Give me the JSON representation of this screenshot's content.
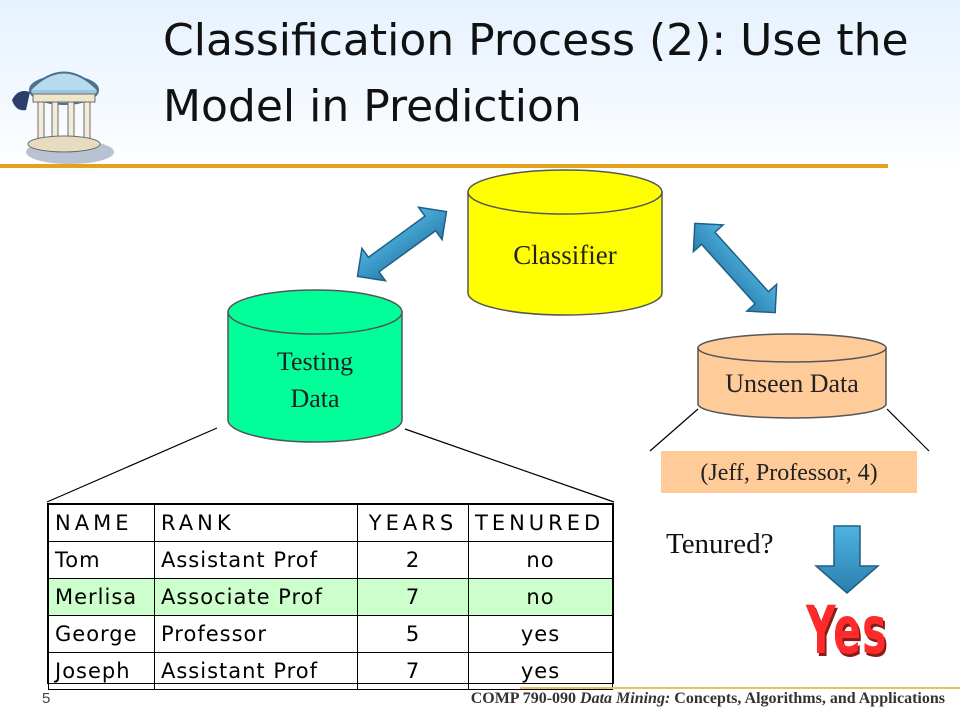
{
  "slide": {
    "title": "Classification Process (2): Use the Model in Prediction",
    "number": "5",
    "footer": {
      "course": "COMP 790-090",
      "subject": "Data Mining:",
      "subtitle": "Concepts, Algorithms, and Applications"
    }
  },
  "diagram": {
    "classifier_label": "Classifier",
    "testing_label_line1": "Testing",
    "testing_label_line2": "Data",
    "unseen_label": "Unseen Data",
    "instance": "(Jeff, Professor, 4)",
    "question": "Tenured?",
    "answer": "Yes",
    "colors": {
      "classifier": "#ffff00",
      "testing": "#00ff99",
      "unseen": "#ffcc99",
      "arrow": "#3399cc",
      "answer": "#ff2b2b"
    }
  },
  "table": {
    "headers": [
      "NAME",
      "RANK",
      "YEARS",
      "TENURED"
    ],
    "rows": [
      [
        "Tom",
        "Assistant Prof",
        "2",
        "no"
      ],
      [
        "Merlisa",
        "Associate Prof",
        "7",
        "no"
      ],
      [
        "George",
        "Professor",
        "5",
        "yes"
      ],
      [
        "Joseph",
        "Assistant Prof",
        "7",
        "yes"
      ]
    ]
  }
}
